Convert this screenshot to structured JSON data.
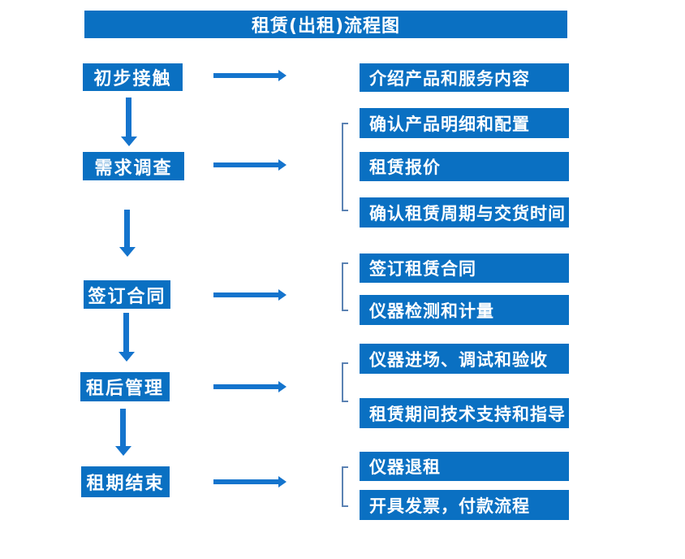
{
  "title": "租赁(出租)流程图",
  "colors": {
    "box_blue": "#0a70c2",
    "arrow_blue": "#1474cd",
    "bracket_blue": "#5b82b3",
    "text_white": "#ffffff",
    "background": "#ffffff"
  },
  "steps": [
    {
      "label": "初步接触",
      "details": [
        "介绍产品和服务内容"
      ]
    },
    {
      "label": "需求调查",
      "details": [
        "确认产品明细和配置",
        "租赁报价",
        "确认租赁周期与交货时间"
      ]
    },
    {
      "label": "签订合同",
      "details": [
        "签订租赁合同",
        "仪器检测和计量"
      ]
    },
    {
      "label": "租后管理",
      "details": [
        "仪器进场、调试和验收",
        "租赁期间技术支持和指导"
      ]
    },
    {
      "label": "租期结束",
      "details": [
        "仪器退租",
        "开具发票，付款流程"
      ]
    }
  ]
}
